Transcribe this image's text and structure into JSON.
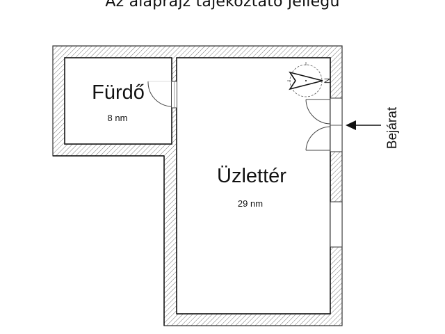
{
  "title": "Az alaprajz tájékoztató jellegű",
  "rooms": [
    {
      "name": "Fürdő",
      "area": "8 nm"
    },
    {
      "name": "Üzlettér",
      "area": "29 nm"
    }
  ],
  "entrance": {
    "label": "Bejárat"
  },
  "compass": {
    "label": "N"
  },
  "colors": {
    "wall_outline": "#333333",
    "hatch": "#777777",
    "background": "#ffffff"
  }
}
